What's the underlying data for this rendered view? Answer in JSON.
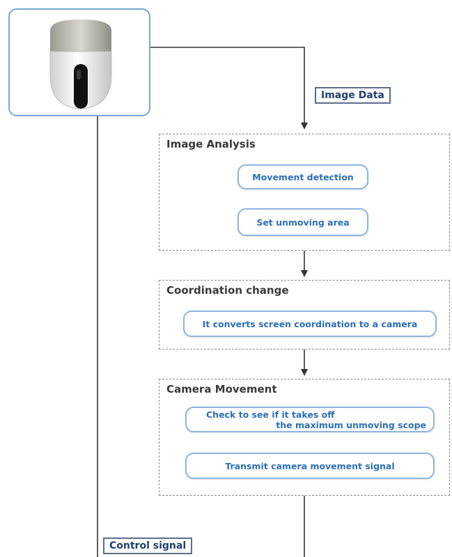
{
  "colors": {
    "connector": "#333333",
    "step_border": "#8fb4de",
    "step_text": "#2c6fb8",
    "frame_border": "#7aa6d6"
  },
  "camera": {
    "icon": "dome-camera-icon"
  },
  "labels": {
    "image_data": "Image Data",
    "control_signal": "Control signal"
  },
  "groups": [
    {
      "title": "Image Analysis",
      "steps": [
        "Movement detection",
        "Set unmoving area"
      ]
    },
    {
      "title": "Coordination change",
      "steps": [
        "It converts screen coordination to a camera"
      ]
    },
    {
      "title": "Camera Movement",
      "steps": [
        {
          "line1": "Check to see if it takes off",
          "line2": "the maximum unmoving scope"
        },
        "Transmit camera movement signal"
      ]
    }
  ]
}
